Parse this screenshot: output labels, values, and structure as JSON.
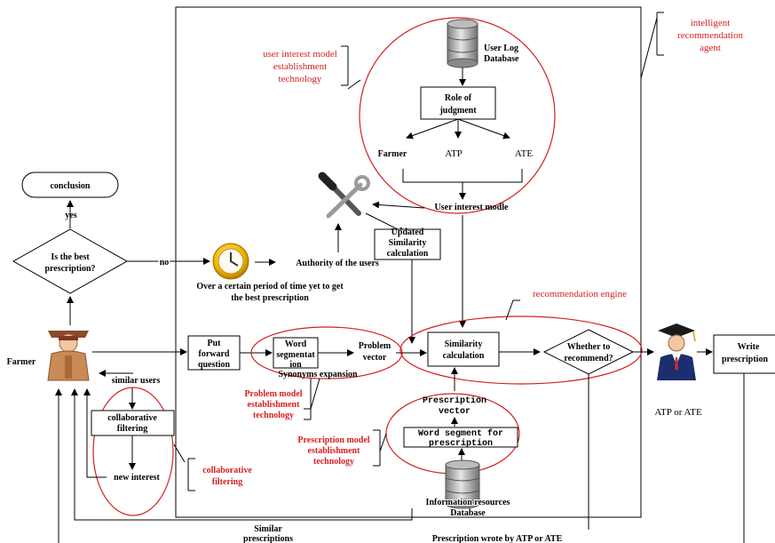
{
  "agent": {
    "line1": "intelligent",
    "line2": "recommendation",
    "line3": "agent"
  },
  "user_model": {
    "line1": "user interest model",
    "line2": "establishment",
    "line3": "technology"
  },
  "user_log_db": {
    "line1": "User Log",
    "line2": "Database"
  },
  "role": {
    "line1": "Role of",
    "line2": "judgment"
  },
  "roles": {
    "farmer": "Farmer",
    "atp": "ATP",
    "ate": "ATE"
  },
  "interest_model": "User interest modle",
  "updated": {
    "line1": "Updated",
    "line2": "Similarity",
    "line3": "calculation"
  },
  "authority": "Authority of the users",
  "conclusion": "conclusion",
  "yes": "yes",
  "decision": {
    "line1": "Is the best",
    "line2": "prescription?"
  },
  "no": "no",
  "overtime": {
    "line1": "Over a certain period of time yet to get",
    "line2": "the best prescription"
  },
  "rec_engine": "recommendation engine",
  "farmer": "Farmer",
  "put_forward": {
    "line1": "Put",
    "line2": "forward",
    "line3": "question"
  },
  "word_seg": {
    "line1": "Word",
    "line2": "segmentat",
    "line3": "ion"
  },
  "problem_vec": {
    "line1": "Problem",
    "line2": "vector"
  },
  "synonyms": "Synonyms expansion",
  "sim_calc": {
    "line1": "Similarity",
    "line2": "calculation"
  },
  "whether": {
    "line1": "Whether to",
    "line2": "recommend?"
  },
  "write": {
    "line1": "Write",
    "line2": "prescription"
  },
  "atp_ate": "ATP or ATE",
  "similar_users": "similar users",
  "cf_box": {
    "line1": "collaborative",
    "line2": "filtering"
  },
  "new_interest": "new interest",
  "cf_label": {
    "line1": "collaborative",
    "line2": "filtering"
  },
  "problem_model": {
    "line1": "Problem model",
    "line2": "establishment",
    "line3": "technology"
  },
  "presc_vec": {
    "line1": "Prescription",
    "line2": "vector"
  },
  "word_seg_presc": {
    "line1": "Word segment for",
    "line2": "prescription"
  },
  "presc_model": {
    "line1": "Prescription model",
    "line2": "establishment",
    "line3": "technology"
  },
  "info_db": {
    "line1": "Information resources",
    "line2": "Database"
  },
  "similar_presc": {
    "line1": "Similar",
    "line2": "prescriptions"
  },
  "presc_wrote": "Prescription wrote by ATP or ATE",
  "colors": {
    "red": "#d42020",
    "black": "#000000"
  }
}
